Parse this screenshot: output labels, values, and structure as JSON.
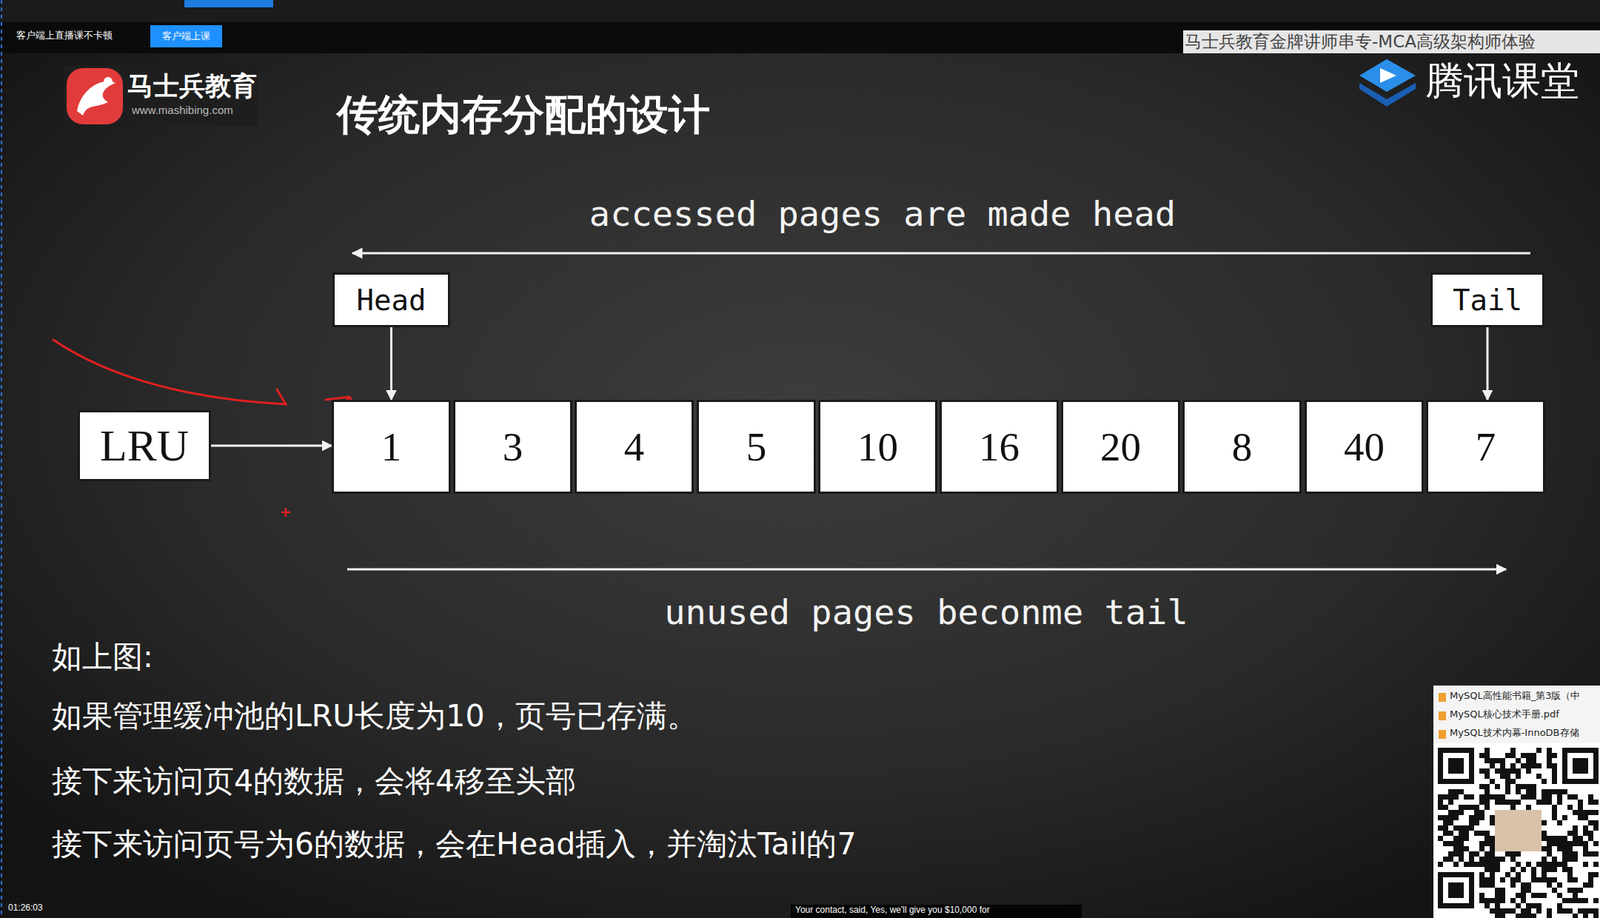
{
  "diagram": {
    "title": "传统内存分配的设计",
    "nodes": [
      {
        "text": [
          "客户端上课"
        ]
      },
      {
        "text": [
          "Head"
        ]
      },
      {
        "text": [
          "Tail"
        ]
      },
      {
        "text": [
          "LRU"
        ]
      },
      {
        "text": [
          "1"
        ]
      },
      {
        "text": [
          "3"
        ]
      },
      {
        "text": [
          "4"
        ]
      },
      {
        "text": [
          "5"
        ]
      },
      {
        "text": [
          "10"
        ]
      },
      {
        "text": [
          "16"
        ]
      },
      {
        "text": [
          "20"
        ]
      },
      {
        "text": [
          "8"
        ]
      },
      {
        "text": [
          "40"
        ]
      },
      {
        "text": [
          "7"
        ]
      }
    ],
    "edges": [
      {
        "from": 1,
        "to": 4,
        "arrow": "to"
      },
      {
        "from": 2,
        "to": 13,
        "arrow": "to"
      },
      {
        "from": 3,
        "to": 4,
        "arrow": "to"
      }
    ],
    "labels": [
      "客户端上直播课不卡顿",
      "马士兵教育金牌讲师串专-MCA高级架构师体验",
      "马士兵教育",
      "www.mashibing.com",
      "腾讯课堂",
      "accessed pages are made head",
      "unused pages beconme tail",
      "如上图:",
      "如果管理缓冲池的LRU长度为10，页号已存满。",
      "接下来访问页4的数据，会将4移至头部",
      "接下来访问页号为6的数据，会在Head插入，并淘汰Tail的7",
      "MySQL高性能书籍_第3版（中",
      "MySQL核心技术手册.pdf",
      "MySQL技术内幕-InnoDB存储",
      "01:26:03",
      "Your contact, said, Yes, we'll give you $10,000 for"
    ]
  }
}
